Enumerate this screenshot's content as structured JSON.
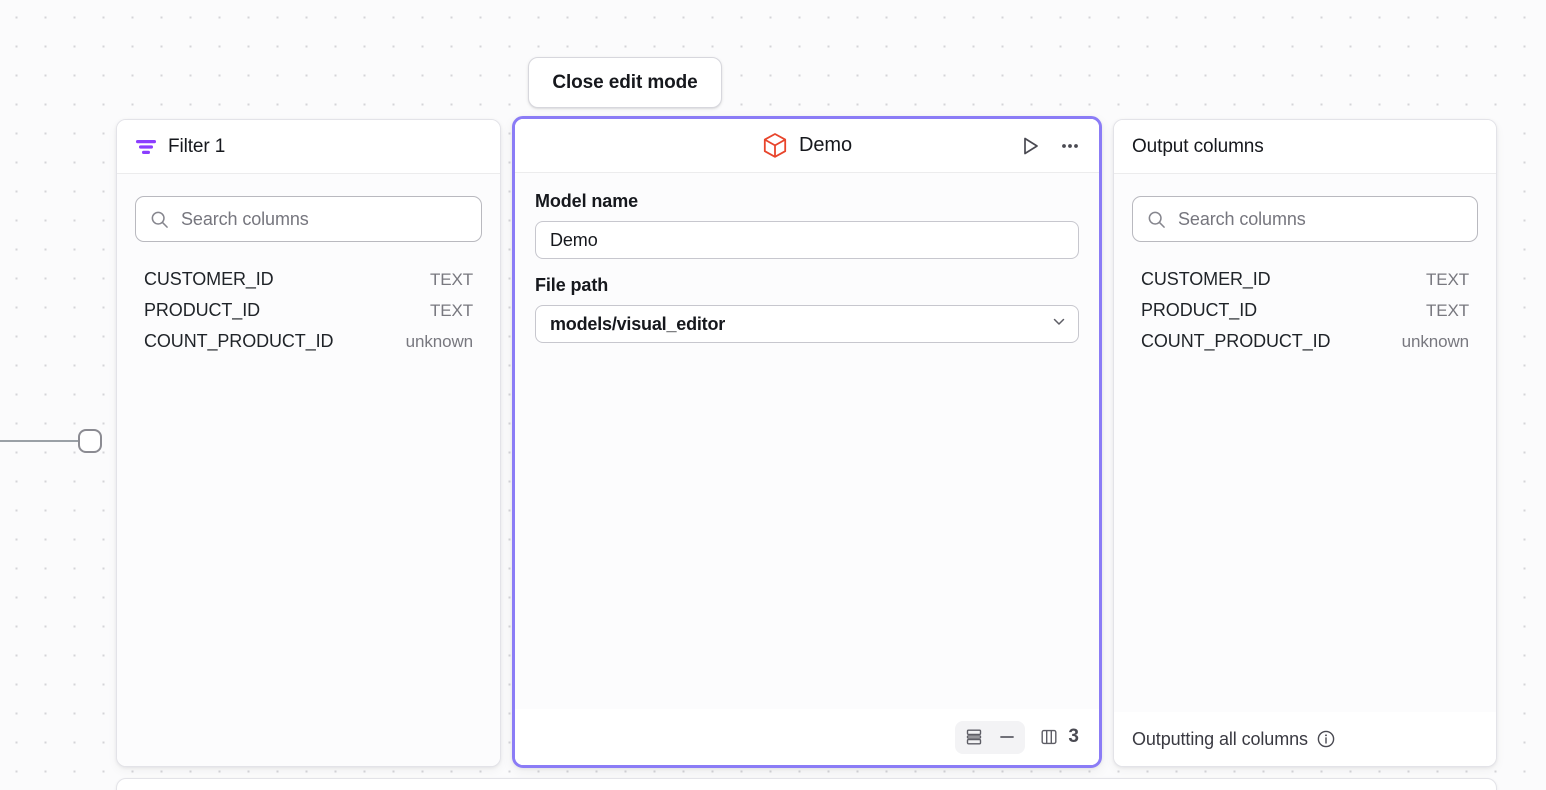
{
  "canvas": {
    "edge_handle": "edge-handle"
  },
  "toolbar": {
    "close_edit_mode_label": "Close edit mode"
  },
  "left_panel": {
    "icon": "filter-icon",
    "title": "Filter 1",
    "search": {
      "icon": "search-icon",
      "placeholder": "Search columns",
      "value": ""
    },
    "columns": [
      {
        "name": "CUSTOMER_ID",
        "type": "TEXT"
      },
      {
        "name": "PRODUCT_ID",
        "type": "TEXT"
      },
      {
        "name": "COUNT_PRODUCT_ID",
        "type": "unknown"
      }
    ]
  },
  "center_panel": {
    "icon": "cube-icon",
    "title": "Demo",
    "selected": true,
    "accent_color": "#8b7cf6",
    "actions": [
      {
        "name": "run-button",
        "icon": "play-icon"
      },
      {
        "name": "more-options-button",
        "icon": "ellipsis-icon"
      }
    ],
    "form": {
      "model_name_label": "Model name",
      "model_name_value": "Demo",
      "model_name_placeholder": "Model name",
      "file_path_label": "File path",
      "file_path_value": "models/visual_editor",
      "file_path_chevron": "chevron-down-icon"
    },
    "footer": {
      "rows_icon": "rows-view-icon",
      "collapse_icon": "minus-icon",
      "columns_icon": "columns-view-icon",
      "column_count": "3"
    }
  },
  "right_panel": {
    "title": "Output columns",
    "search": {
      "icon": "search-icon",
      "placeholder": "Search columns",
      "value": ""
    },
    "columns": [
      {
        "name": "CUSTOMER_ID",
        "type": "TEXT"
      },
      {
        "name": "PRODUCT_ID",
        "type": "TEXT"
      },
      {
        "name": "COUNT_PRODUCT_ID",
        "type": "unknown"
      }
    ],
    "footer": {
      "text": "Outputting all columns",
      "info_icon": "info-icon"
    }
  }
}
